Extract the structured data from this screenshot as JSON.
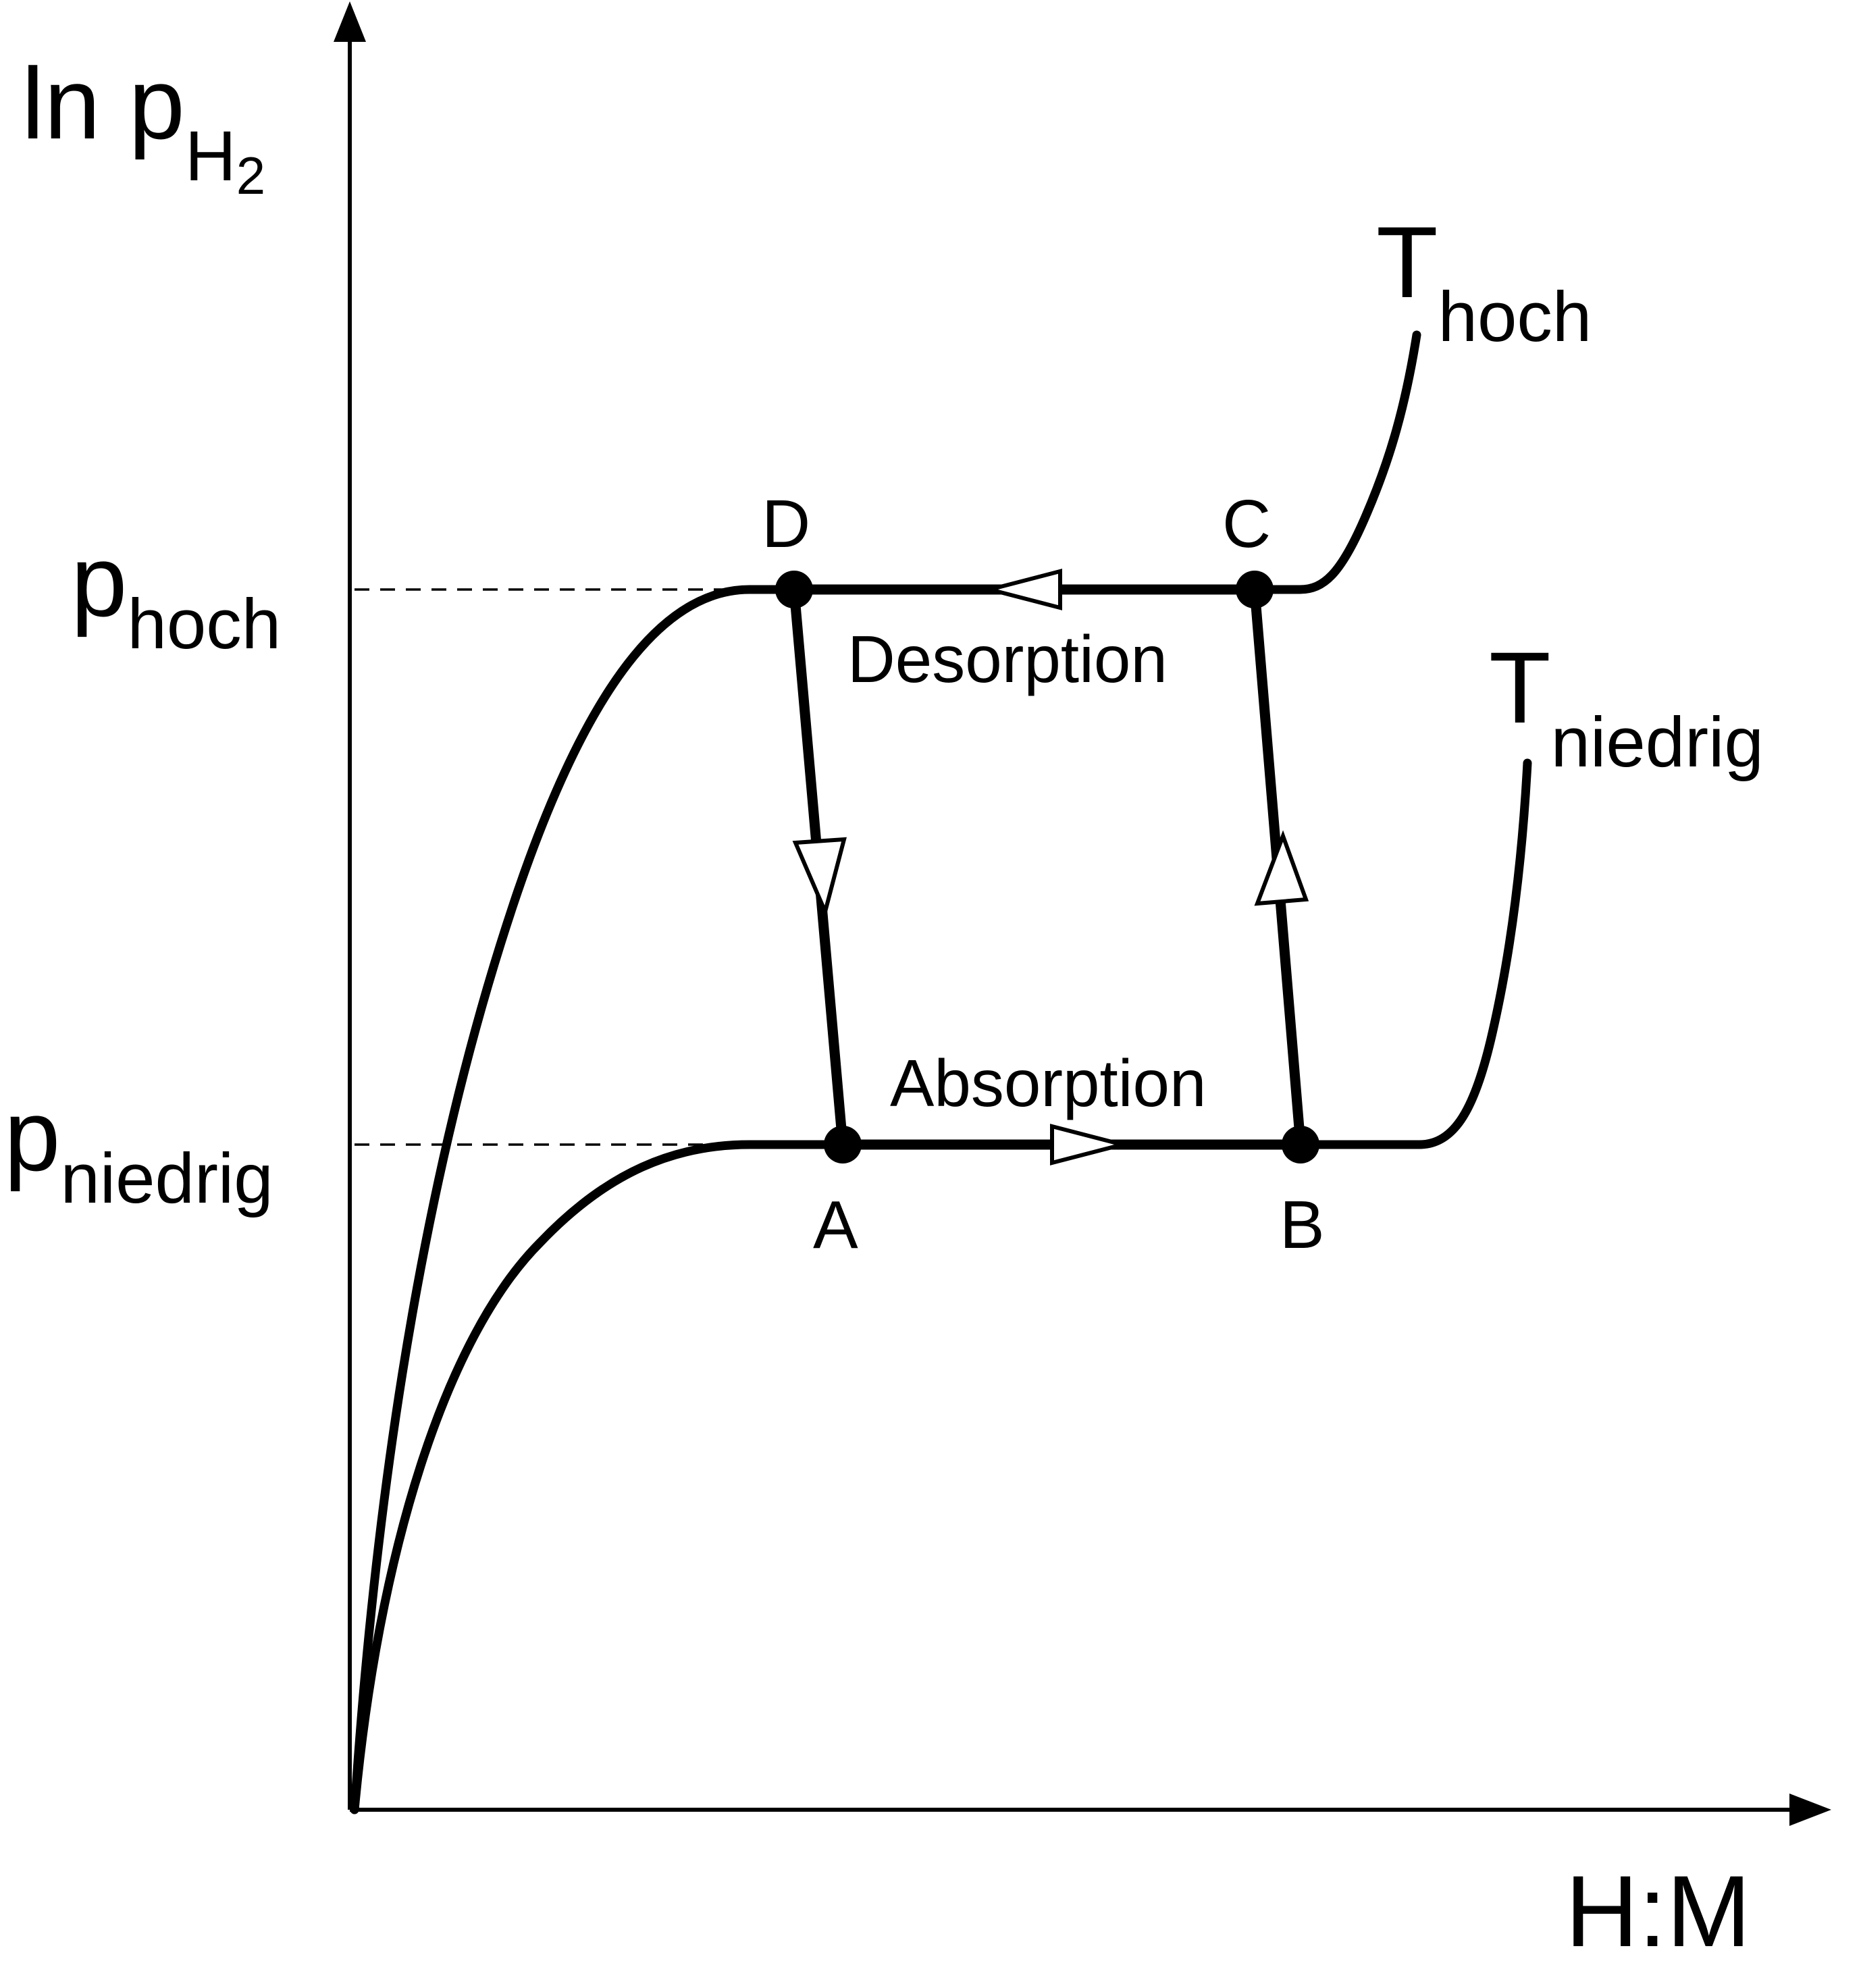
{
  "y_axis": {
    "main": "ln p",
    "subscript": "H",
    "subsubscript": "2"
  },
  "x_axis": {
    "label": "H:M"
  },
  "pressure_levels": [
    {
      "main": "p",
      "subscript": "hoch"
    },
    {
      "main": "p",
      "subscript": "niedrig"
    }
  ],
  "isotherms": [
    {
      "main": "T",
      "subscript": "hoch"
    },
    {
      "main": "T",
      "subscript": "niedrig"
    }
  ],
  "points": {
    "A": "A",
    "B": "B",
    "C": "C",
    "D": "D"
  },
  "processes": {
    "desorption": "Desorption",
    "absorption": "Absorption"
  }
}
